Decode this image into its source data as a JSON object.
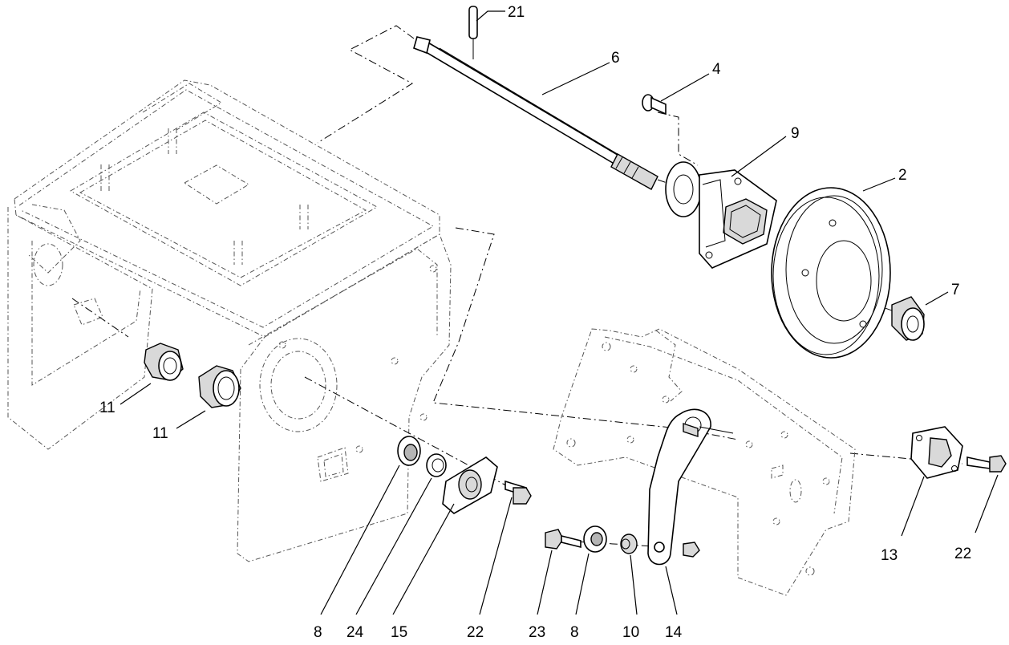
{
  "callouts": [
    {
      "id": "21",
      "label": "21"
    },
    {
      "id": "6",
      "label": "6"
    },
    {
      "id": "4",
      "label": "4"
    },
    {
      "id": "9",
      "label": "9"
    },
    {
      "id": "2",
      "label": "2"
    },
    {
      "id": "7",
      "label": "7"
    },
    {
      "id": "11a",
      "label": "11"
    },
    {
      "id": "11b",
      "label": "11"
    },
    {
      "id": "13",
      "label": "13"
    },
    {
      "id": "22a",
      "label": "22"
    },
    {
      "id": "8a",
      "label": "8"
    },
    {
      "id": "24",
      "label": "24"
    },
    {
      "id": "15",
      "label": "15"
    },
    {
      "id": "22b",
      "label": "22"
    },
    {
      "id": "23",
      "label": "23"
    },
    {
      "id": "8b",
      "label": "8"
    },
    {
      "id": "10",
      "label": "10"
    },
    {
      "id": "14",
      "label": "14"
    }
  ]
}
